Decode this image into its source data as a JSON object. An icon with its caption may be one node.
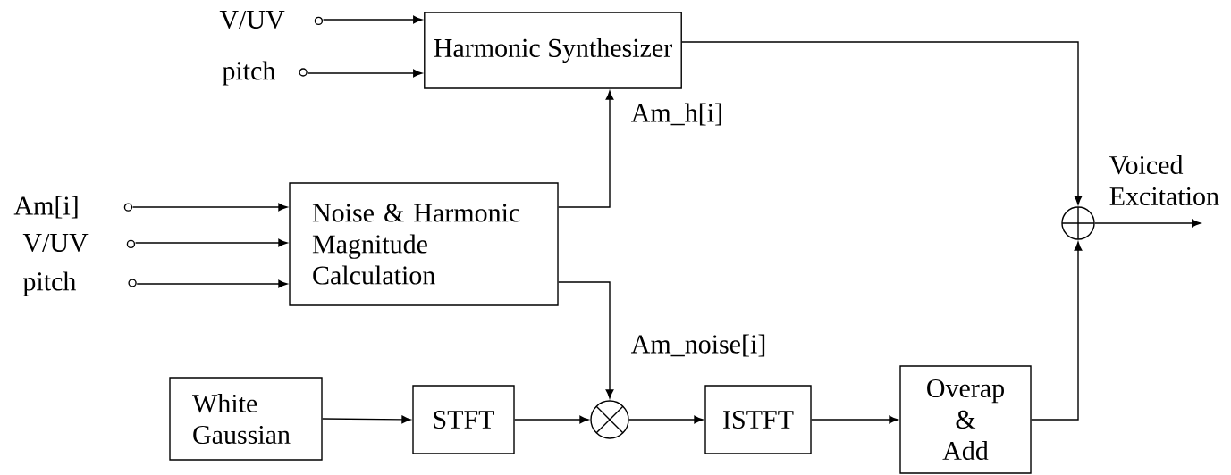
{
  "diagram": {
    "nodes": [
      {
        "text": [
          "V/UV"
        ]
      },
      {
        "text": [
          "pitch"
        ]
      },
      {
        "text": [
          "Harmonic Synthesizer"
        ]
      },
      {
        "text": [
          "Am[i]"
        ]
      },
      {
        "text": [
          "V/UV"
        ]
      },
      {
        "text": [
          "pitch"
        ]
      },
      {
        "text": [
          "Noise & Harmonic Magnitude Calculation"
        ]
      },
      {
        "text": [
          "White Gaussian"
        ]
      },
      {
        "text": [
          "STFT"
        ]
      },
      {
        "text": [],
        "shape": "circle"
      },
      {
        "text": [
          "ISTFT"
        ]
      },
      {
        "text": [
          "Overap & Add"
        ]
      },
      {
        "text": [],
        "shape": "circle"
      }
    ],
    "edges": [
      {
        "from": 0,
        "to": 2,
        "arrow": "to"
      },
      {
        "from": 1,
        "to": 2,
        "arrow": "to"
      },
      {
        "from": 3,
        "to": 6,
        "arrow": "to"
      },
      {
        "from": 4,
        "to": 6,
        "arrow": "to"
      },
      {
        "from": 5,
        "to": 6,
        "arrow": "to"
      },
      {
        "from": 6,
        "to": 2,
        "label": "Am_h[i]",
        "arrow": "to"
      },
      {
        "from": 6,
        "to": 9,
        "label": "Am_noise[i]",
        "arrow": "to"
      },
      {
        "from": 7,
        "to": 8,
        "arrow": "to"
      },
      {
        "from": 8,
        "to": 9,
        "arrow": "to"
      },
      {
        "from": 9,
        "to": 10,
        "arrow": "to"
      },
      {
        "from": 10,
        "to": 11,
        "arrow": "to"
      },
      {
        "from": 2,
        "to": 12,
        "arrow": "to"
      },
      {
        "from": 11,
        "to": 12,
        "arrow": "to"
      },
      {
        "from": 12,
        "to": null,
        "label": "Voiced Excitation",
        "arrow": "to"
      }
    ]
  }
}
